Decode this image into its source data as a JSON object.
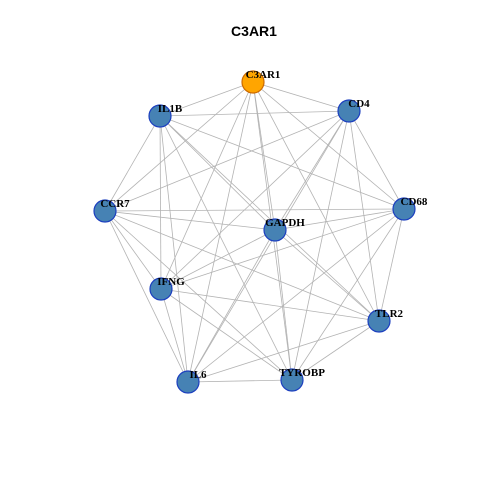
{
  "title": "C3AR1",
  "colors": {
    "highlight_fill": "#FFA500",
    "highlight_stroke": "#CC6A00",
    "node_fill": "#4682B4",
    "node_stroke": "#1C3FBF",
    "edge": "#b3b3b3"
  },
  "nodes": [
    {
      "id": "C3AR1",
      "label": "C3AR1",
      "highlight": true
    },
    {
      "id": "CD4",
      "label": "CD4",
      "highlight": false
    },
    {
      "id": "CD68",
      "label": "CD68",
      "highlight": false
    },
    {
      "id": "TLR2",
      "label": "TLR2",
      "highlight": false
    },
    {
      "id": "TYROBP",
      "label": "TYROBP",
      "highlight": false
    },
    {
      "id": "IL6",
      "label": "IL6",
      "highlight": false
    },
    {
      "id": "IFNG",
      "label": "IFNG",
      "highlight": false
    },
    {
      "id": "CCR7",
      "label": "CCR7",
      "highlight": false
    },
    {
      "id": "IL1B",
      "label": "IL1B",
      "highlight": false
    },
    {
      "id": "GAPDH",
      "label": "GAPDH",
      "highlight": false
    }
  ],
  "edges": [
    [
      "C3AR1",
      "CD4"
    ],
    [
      "C3AR1",
      "IL1B"
    ],
    [
      "C3AR1",
      "CD68"
    ],
    [
      "C3AR1",
      "CCR7"
    ],
    [
      "C3AR1",
      "GAPDH"
    ],
    [
      "C3AR1",
      "IFNG"
    ],
    [
      "C3AR1",
      "TLR2"
    ],
    [
      "C3AR1",
      "IL6"
    ],
    [
      "C3AR1",
      "TYROBP"
    ],
    [
      "IL1B",
      "CD4"
    ],
    [
      "IL1B",
      "CCR7"
    ],
    [
      "IL1B",
      "GAPDH"
    ],
    [
      "IL1B",
      "IFNG"
    ],
    [
      "IL1B",
      "IL6"
    ],
    [
      "IL1B",
      "TLR2"
    ],
    [
      "IL1B",
      "CD68"
    ],
    [
      "IL1B",
      "TYROBP"
    ],
    [
      "CD4",
      "CCR7"
    ],
    [
      "CD4",
      "CD68"
    ],
    [
      "CD4",
      "GAPDH"
    ],
    [
      "CD4",
      "IFNG"
    ],
    [
      "CD4",
      "TLR2"
    ],
    [
      "CD4",
      "IL6"
    ],
    [
      "CD4",
      "TYROBP"
    ],
    [
      "CCR7",
      "GAPDH"
    ],
    [
      "CCR7",
      "IFNG"
    ],
    [
      "CCR7",
      "IL6"
    ],
    [
      "CCR7",
      "TLR2"
    ],
    [
      "CCR7",
      "TYROBP"
    ],
    [
      "CCR7",
      "CD68"
    ],
    [
      "GAPDH",
      "CD68"
    ],
    [
      "GAPDH",
      "IFNG"
    ],
    [
      "GAPDH",
      "IL6"
    ],
    [
      "GAPDH",
      "TLR2"
    ],
    [
      "GAPDH",
      "TYROBP"
    ],
    [
      "CD68",
      "IFNG"
    ],
    [
      "CD68",
      "TLR2"
    ],
    [
      "CD68",
      "IL6"
    ],
    [
      "CD68",
      "TYROBP"
    ],
    [
      "IFNG",
      "IL6"
    ],
    [
      "IFNG",
      "TLR2"
    ],
    [
      "IFNG",
      "TYROBP"
    ],
    [
      "IL6",
      "TYROBP"
    ],
    [
      "IL6",
      "TLR2"
    ],
    [
      "TLR2",
      "TYROBP"
    ]
  ]
}
